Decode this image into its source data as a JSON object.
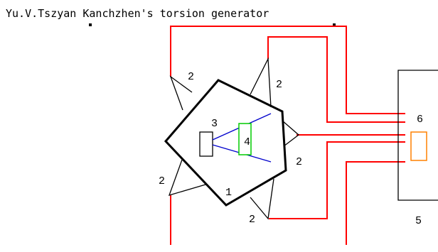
{
  "title": "Yu.V.Tszyan Kanchzhen's torsion generator",
  "labels": {
    "l1": "1",
    "l2a": "2",
    "l2b": "2",
    "l2c": "2",
    "l2d": "2",
    "l2e": "2",
    "l3": "3",
    "l4": "4",
    "l5": "5",
    "l6": "6"
  },
  "colors": {
    "outline": "#000000",
    "wire": "#ff0000",
    "beam": "#0000cc",
    "element4": "#00cc00",
    "element6": "#ff8000"
  }
}
